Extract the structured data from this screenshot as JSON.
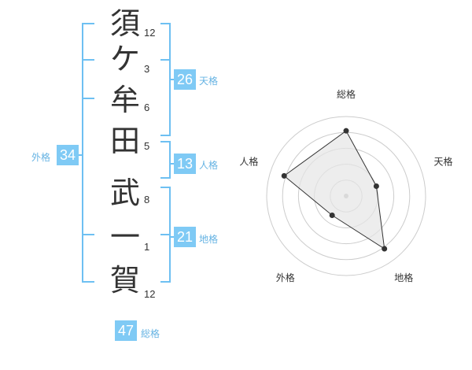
{
  "name": {
    "chars": [
      "須",
      "ケ",
      "牟",
      "田",
      "武",
      "一",
      "賀"
    ],
    "strokes": [
      "12",
      "3",
      "6",
      "5",
      "8",
      "1",
      "12"
    ]
  },
  "kaku": {
    "tenkaku": {
      "value": "26",
      "label": "天格"
    },
    "jinkaku": {
      "value": "13",
      "label": "人格"
    },
    "chikaku": {
      "value": "21",
      "label": "地格"
    },
    "gaikaku": {
      "value": "34",
      "label": "外格"
    },
    "soukaku": {
      "value": "47",
      "label": "総格"
    }
  },
  "radar": {
    "axes": [
      "総格",
      "天格",
      "地格",
      "外格",
      "人格"
    ],
    "values": [
      0.82,
      0.4,
      0.82,
      0.3,
      0.82
    ]
  },
  "colors": {
    "bracket": "#6ec0f2",
    "badge": "#7fcaf5",
    "badge_label": "#66b3e3",
    "ring": "#cccccc",
    "polygon_fill": "#e6e6e6",
    "polygon_stroke": "#333333"
  }
}
